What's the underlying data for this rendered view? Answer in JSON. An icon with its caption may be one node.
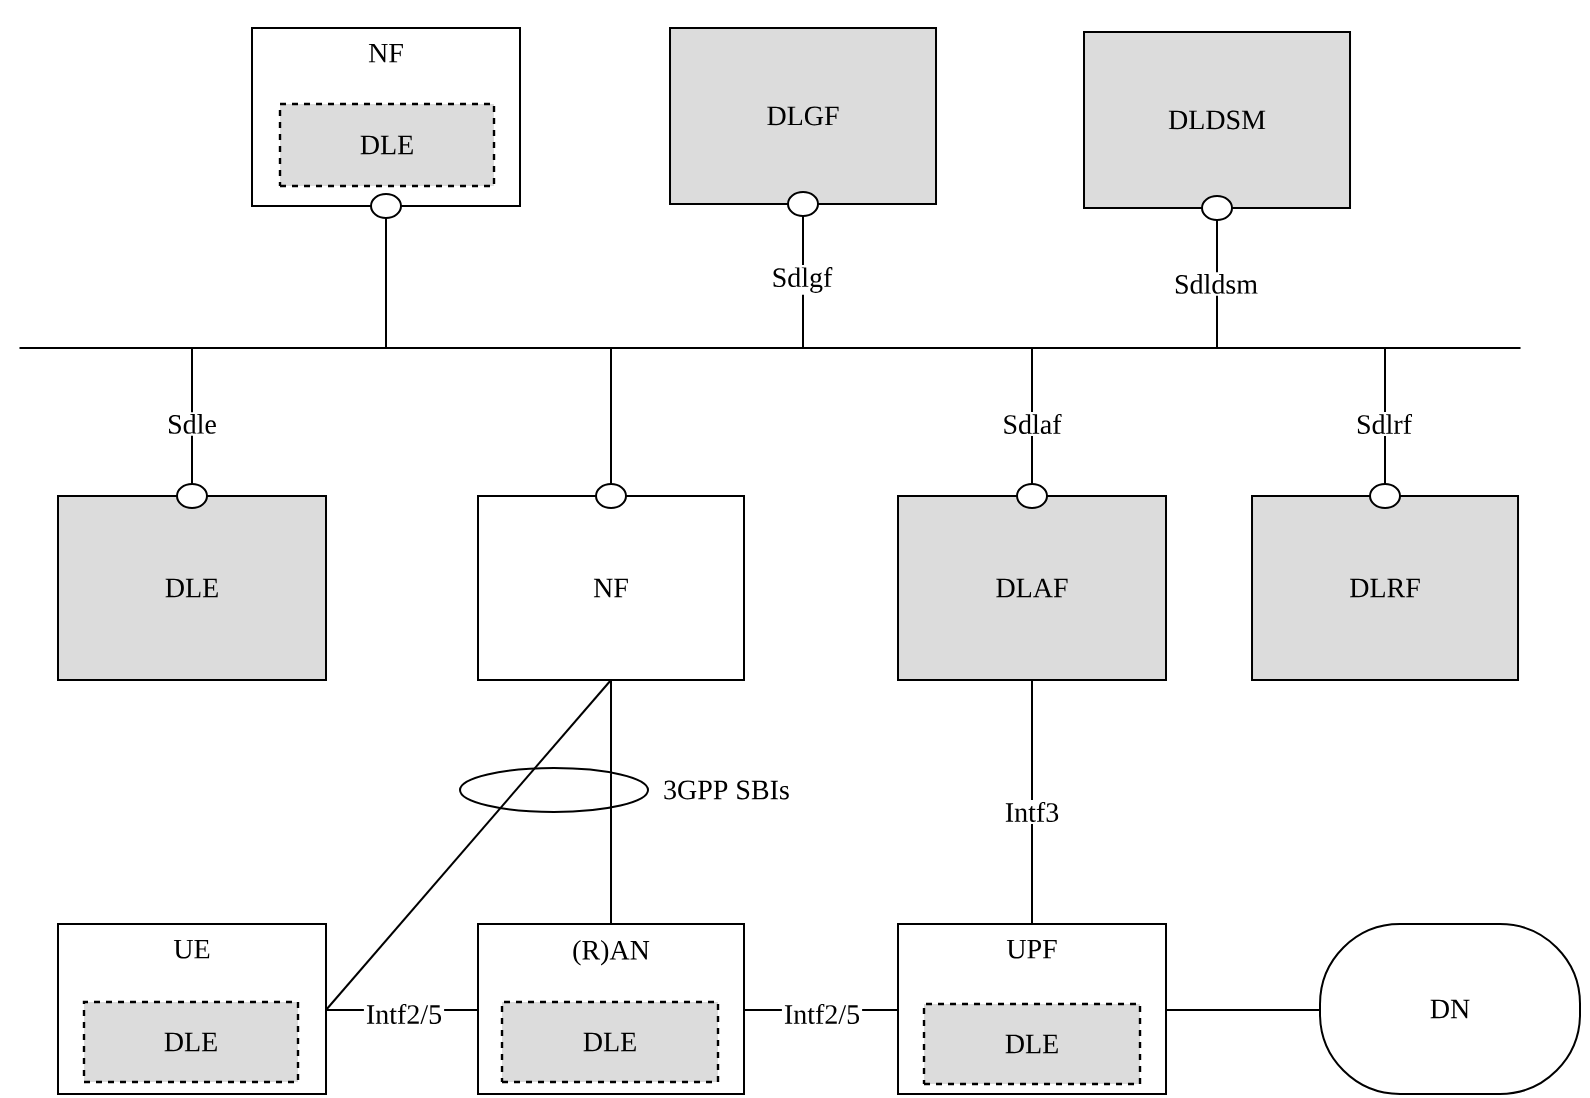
{
  "diagram": {
    "nodes": [
      {
        "text": [
          "NF"
        ]
      },
      {
        "text": [
          "DLE"
        ],
        "in": 0
      },
      {
        "text": [
          "DLGF"
        ]
      },
      {
        "text": [
          "DLDSM"
        ]
      },
      {
        "text": [],
        "shape": "bar"
      },
      {
        "text": [
          "DLE"
        ]
      },
      {
        "text": [
          "NF"
        ]
      },
      {
        "text": [
          "DLAF"
        ]
      },
      {
        "text": [
          "DLRF"
        ]
      },
      {
        "text": [
          "UE"
        ]
      },
      {
        "text": [
          "DLE"
        ],
        "in": 9
      },
      {
        "text": [
          "(R)AN"
        ]
      },
      {
        "text": [
          "DLE"
        ],
        "in": 11
      },
      {
        "text": [
          "UPF"
        ]
      },
      {
        "text": [
          "DLE"
        ],
        "in": 13
      },
      {
        "text": [
          "DN"
        ]
      }
    ],
    "edges": [
      {
        "from": 0,
        "to": 4,
        "arrow": "other"
      },
      {
        "from": 2,
        "to": 4,
        "arrow": "other",
        "label": "Sdlgf"
      },
      {
        "from": 3,
        "to": 4,
        "arrow": "other",
        "label": "Sdldsm"
      },
      {
        "from": 5,
        "to": 4,
        "arrow": "other",
        "label": "Sdle"
      },
      {
        "from": 6,
        "to": 4,
        "arrow": "other"
      },
      {
        "from": 7,
        "to": 4,
        "arrow": "other",
        "label": "Sdlaf"
      },
      {
        "from": 8,
        "to": 4,
        "arrow": "other",
        "label": "Sdlrf"
      },
      {
        "from": 6,
        "to": 9,
        "arrow": "none"
      },
      {
        "from": 6,
        "to": 11,
        "arrow": "none"
      },
      {
        "from": 7,
        "to": 13,
        "arrow": "none",
        "label": "Intf3"
      },
      {
        "from": 9,
        "to": 11,
        "arrow": "none",
        "label": "Intf2/5"
      },
      {
        "from": 11,
        "to": 13,
        "arrow": "none",
        "label": "Intf2/5"
      },
      {
        "from": 13,
        "to": 15,
        "arrow": "none"
      }
    ],
    "labels": [
      "3GPP SBIs"
    ]
  }
}
